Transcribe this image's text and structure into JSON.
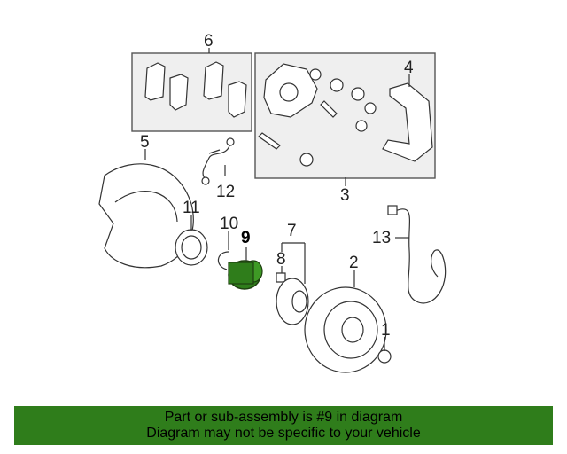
{
  "callouts": {
    "c1": "1",
    "c2": "2",
    "c3": "3",
    "c4": "4",
    "c5": "5",
    "c6": "6",
    "c7": "7",
    "c8": "8",
    "c9": "9",
    "c10": "10",
    "c11": "11",
    "c12": "12",
    "c13": "13"
  },
  "highlight": {
    "part": "9",
    "color": "#2f7d1b"
  },
  "footer": {
    "line1": "Part or sub-assembly is #9 in diagram",
    "line2": "Diagram may not be specific to your vehicle"
  }
}
